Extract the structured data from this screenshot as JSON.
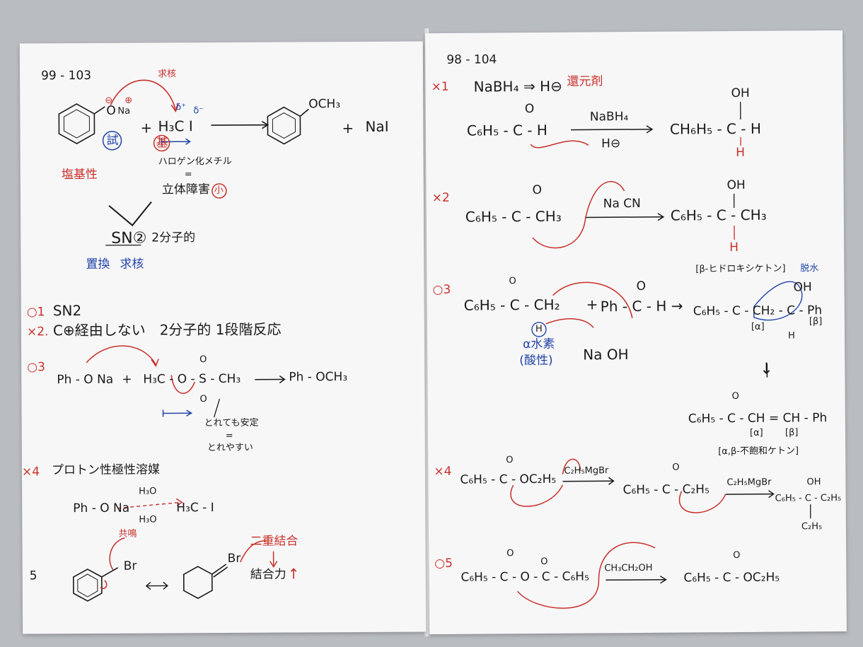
{
  "left": {
    "header": "99 - 103",
    "nuc_note": "求核",
    "o_label": "O",
    "na_label": "Na",
    "plus_charge": "⊕",
    "minus_charge": "⊖",
    "reagent_circle": "試",
    "plus1": "+",
    "h3ci": "H₃C I",
    "delta_plus": "δ⁺",
    "delta_minus": "δ⁻",
    "base_circle": "基",
    "product_och3": "OCH₃",
    "plus2": "+",
    "nai": "NaI",
    "basicity": "塩基性",
    "haloalkyl": "ハロゲン化メチル",
    "equals": "=",
    "steric": "立体障害",
    "small_circle": "小",
    "sn2_big": "SN②",
    "bimolecular": "2分子的",
    "subst": "置換",
    "nuc2": "求核",
    "q1_mark": "○1",
    "q1_text": "SN2",
    "q2_mark": "×2.",
    "q2_text": "C⊕経由しない　2分子的 1段階反応",
    "q3_mark": "○3",
    "q3_ph": "Ph - O Na",
    "q3_plus": "+",
    "q3_h3c": "H₃C - O - S - CH₃",
    "q3_o_top": "O",
    "q3_o_bot": "O",
    "q3_arrow_product": "Ph - OCH₃",
    "q3_note1": "とれても安定",
    "q3_note_eq": "=",
    "q3_note2": "とれやすい",
    "q4_mark": "×4",
    "q4_text": "プロトン性極性溶媒",
    "q4_ph": "Ph - O Na",
    "q4_h3o_top": "H₃O",
    "q4_h3o_bot": "H₃O",
    "q4_h3ci": "H₃C - I",
    "q5_mark": "5",
    "resonance": "共鳴",
    "br1": "Br",
    "br2": "Br",
    "double_bond": "二重結合",
    "bond_strength": "結合力",
    "up_arrow": "↑"
  },
  "right": {
    "header": "98 - 104",
    "r1_mark": "×1",
    "r1_text": "NaBH₄ ⇒ H⊖",
    "r1_note": "還元剤",
    "r1_reactant": "C₆H₅ - C - H",
    "r1_o": "O",
    "r1_reagent": "NaBH₄",
    "r1_hminus": "H⊖",
    "r1_product": "CH₆H₅ - C - H",
    "r1_oh": "OH",
    "r1_h": "H",
    "r2_mark": "×2",
    "r2_reactant": "C₆H₅ - C - CH₃",
    "r2_o": "O",
    "r2_reagent": "Na CN",
    "r2_product": "C₆H₅ - C - CH₃",
    "r2_oh": "OH",
    "r2_h": "H",
    "r2_bracket": "[β-ヒドロキシケトン]",
    "r2_dehyd": "脱水",
    "r3_mark": "○3",
    "r3_reactant": "C₆H₅ - C - CH₂",
    "r3_o": "O",
    "r3_plus": "+",
    "r3_ph": "Ph - C - H →",
    "r3_o2": "O",
    "r3_product": "C₆H₅ - C - CH₂ - C - Ph",
    "r3_oh": "OH",
    "r3_alpha": "[α]",
    "r3_beta": "[β]",
    "r3_h": "H",
    "r3_h_circle": "H",
    "r3_alpha_note": "α水素",
    "r3_acid": "(酸性)",
    "r3_naoh": "Na OH",
    "r3_down": "↓",
    "r3_enone": "C₆H₅ - C - CH = CH - Ph",
    "r3_enone_o": "O",
    "r3_alpha2": "[α]",
    "r3_beta2": "[β]",
    "r3_bracket": "[α,β-不飽和ケトン]",
    "r4_mark": "×4",
    "r4_reactant": "C₆H₅ - C - OC₂H₅",
    "r4_o": "O",
    "r4_reagent1": "C₂H₅MgBr",
    "r4_mid": "C₆H₅ - C - C₂H₅",
    "r4_o2": "O",
    "r4_reagent2": "C₂H₅MgBr",
    "r4_product": "C₆H₅ - C - C₂H₅",
    "r4_oh": "OH",
    "r4_c2h5": "C₂H₅",
    "r5_mark": "○5",
    "r5_reactant": "C₆H₅ - C - O - C - C₆H₅",
    "r5_o1": "O",
    "r5_o2": "O",
    "r5_reagent": "CH₃CH₂OH",
    "r5_product": "C₆H₅ - C - OC₂H₅",
    "r5_o3": "O"
  },
  "colors": {
    "ink": "#1a1a1a",
    "red": "#c8302a",
    "blue": "#2244a8",
    "paper": "#f7f7f8",
    "table": "#b9bcc0"
  }
}
